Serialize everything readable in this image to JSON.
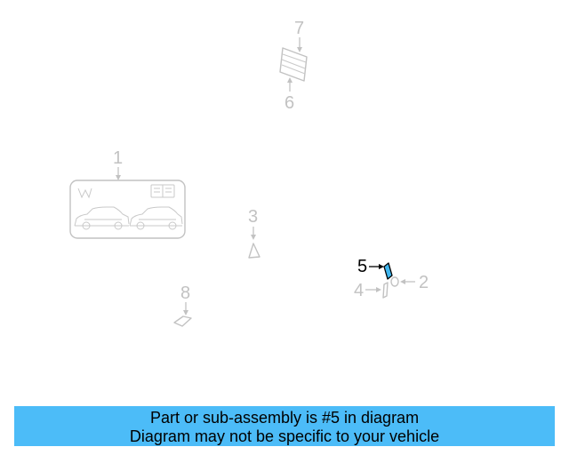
{
  "callouts": {
    "c1": "1",
    "c2": "2",
    "c3": "3",
    "c4": "4",
    "c5": "5",
    "c6": "6",
    "c7": "7",
    "c8": "8"
  },
  "highlight": {
    "part_number": "5",
    "fill_color": "#3fb6ef"
  },
  "colors": {
    "inactive_line": "#c2c2c2",
    "active_text": "#000000",
    "banner_bg": "#4cbcf8"
  },
  "banner": {
    "line1": "Part or sub-assembly is #5 in diagram",
    "line2": "Diagram may not be specific to your vehicle"
  }
}
